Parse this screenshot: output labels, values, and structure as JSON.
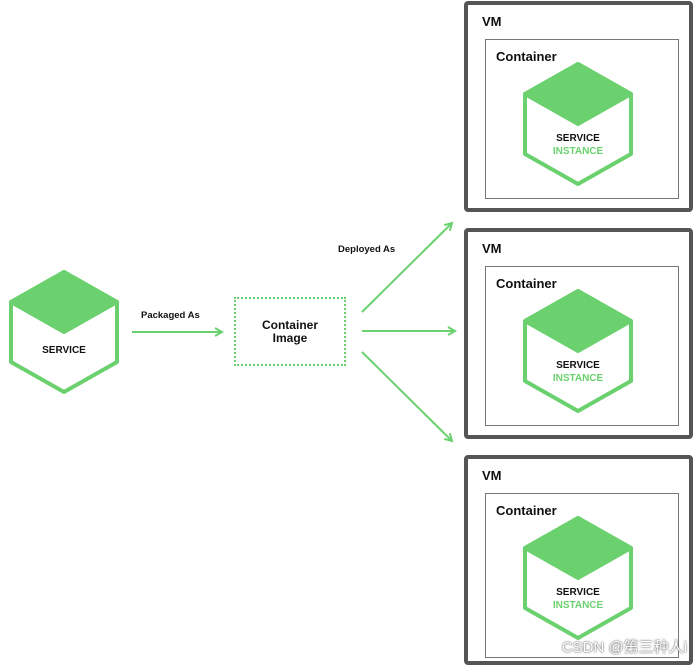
{
  "service": {
    "label": "SERVICE"
  },
  "arrows": {
    "packaged_as": "Packaged As",
    "deployed_as": "Deployed As"
  },
  "container_image": {
    "line1": "Container",
    "line2": "Image"
  },
  "vms": [
    {
      "label": "VM",
      "container_label": "Container",
      "instance_line1": "SERVICE",
      "instance_line2": "INSTANCE"
    },
    {
      "label": "VM",
      "container_label": "Container",
      "instance_line1": "SERVICE",
      "instance_line2": "INSTANCE"
    },
    {
      "label": "VM",
      "container_label": "Container",
      "instance_line1": "SERVICE",
      "instance_line2": "INSTANCE"
    }
  ],
  "watermark": "CSDN @第三种人i",
  "colors": {
    "green": "#6bd16e",
    "vm_border": "#555555",
    "container_border": "#777777"
  }
}
